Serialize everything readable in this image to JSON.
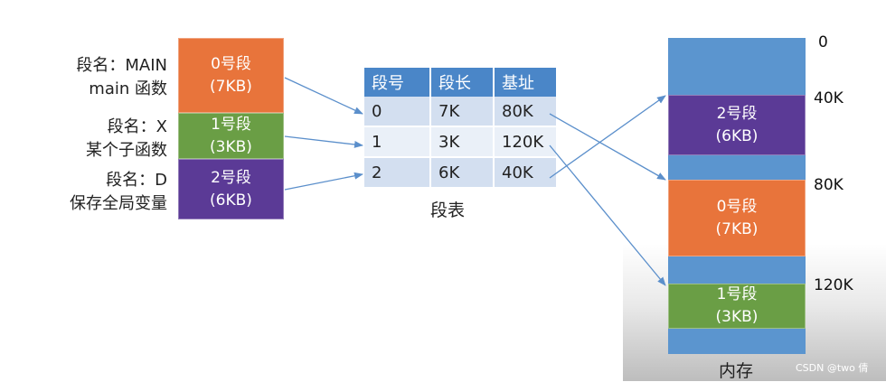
{
  "logical_segments": [
    {
      "label_line1": "段名：MAIN",
      "label_line2": "main 函数",
      "block_line1": "0号段",
      "block_line2": "(7KB)",
      "color": "#E8743B"
    },
    {
      "label_line1": "段名：X",
      "label_line2": "某个子函数",
      "block_line1": "1号段",
      "block_line2": "(3KB)",
      "color": "#6A9E45"
    },
    {
      "label_line1": "段名：D",
      "label_line2": "保存全局变量",
      "block_line1": "2号段",
      "block_line2": "(6KB)",
      "color": "#5B3A96"
    }
  ],
  "segment_table": {
    "headers": [
      "段号",
      "段长",
      "基址"
    ],
    "rows": [
      [
        "0",
        "7K",
        "80K"
      ],
      [
        "1",
        "3K",
        "120K"
      ],
      [
        "2",
        "6K",
        "40K"
      ]
    ],
    "caption": "段表",
    "header_color": "#4A86C8"
  },
  "memory": {
    "caption": "内存",
    "background_color": "#5B95CF",
    "addresses": [
      "0",
      "40K",
      "80K",
      "120K"
    ],
    "blocks": [
      {
        "line1": "2号段",
        "line2": "(6KB)",
        "color": "#5B3A96"
      },
      {
        "line1": "0号段",
        "line2": "(7KB)",
        "color": "#E8743B"
      },
      {
        "line1": "1号段",
        "line2": "(3KB)",
        "color": "#6A9E45"
      }
    ]
  },
  "watermark": "CSDN @two 倩"
}
